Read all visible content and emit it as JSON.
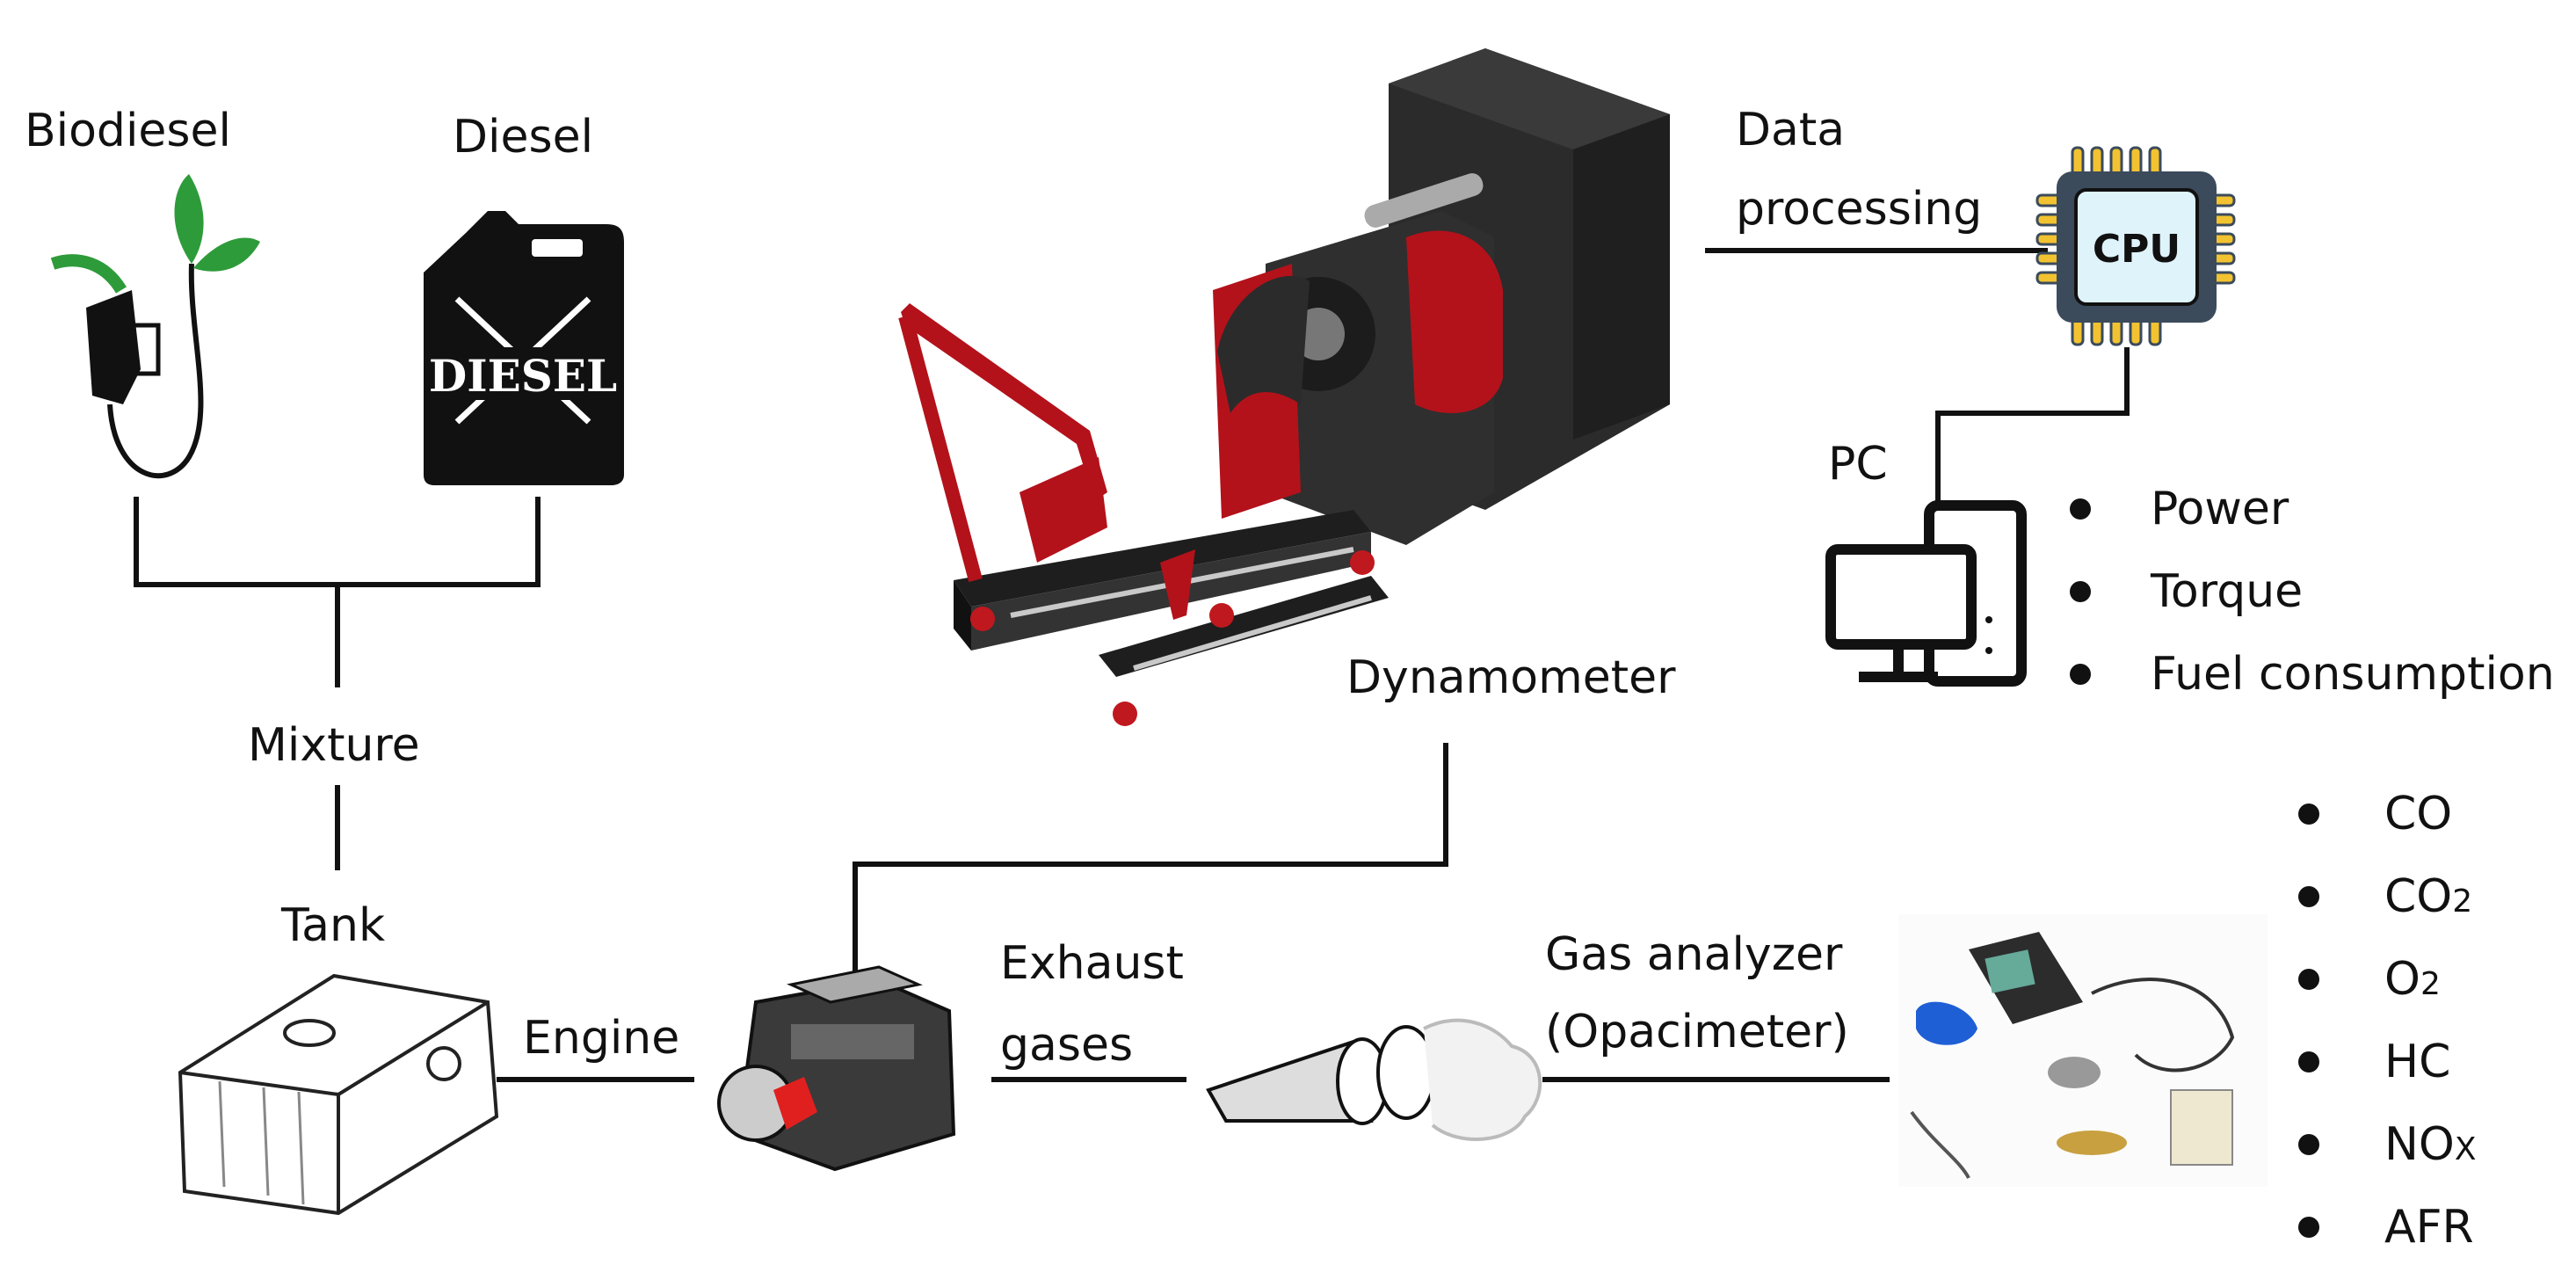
{
  "labels": {
    "biodiesel": "Biodiesel",
    "diesel": "Diesel",
    "diesel_can_text": "DIESEL",
    "mixture": "Mixture",
    "tank": "Tank",
    "engine": "Engine",
    "exhaust_line1": "Exhaust",
    "exhaust_line2": "gases",
    "gas_analyzer_line1": "Gas analyzer",
    "gas_analyzer_line2": "(Opacimeter)",
    "dynamometer": "Dynamometer",
    "data_processing_line1": "Data",
    "data_processing_line2": "processing",
    "cpu": "CPU",
    "pc": "PC"
  },
  "pc_outputs": [
    "Power",
    "Torque",
    "Fuel consumption"
  ],
  "gas_outputs": [
    {
      "base": "CO",
      "sub": ""
    },
    {
      "base": "CO",
      "sub": "2"
    },
    {
      "base": "O",
      "sub": "2"
    },
    {
      "base": "HC",
      "sub": ""
    },
    {
      "base": "NO",
      "sub": "X"
    },
    {
      "base": "AFR",
      "sub": ""
    }
  ],
  "colors": {
    "line": "#111111",
    "frame_red": "#b3121b",
    "dyno_body": "#2b2b2b",
    "leaf_green": "#2e9b3a",
    "cpu_fill": "#dff3fb",
    "cpu_border": "#3b4b5c",
    "cpu_pins": "#f2c230",
    "screen_blue": "#2a7fd4"
  },
  "icons": [
    "fuel-nozzle-leaf-icon",
    "diesel-jerrycan-icon",
    "fuel-tank-icon",
    "engine-icon",
    "exhaust-pipe-icon",
    "gas-analyzer-kit-icon",
    "dynamometer-icon",
    "cpu-chip-icon",
    "desktop-pc-icon"
  ]
}
